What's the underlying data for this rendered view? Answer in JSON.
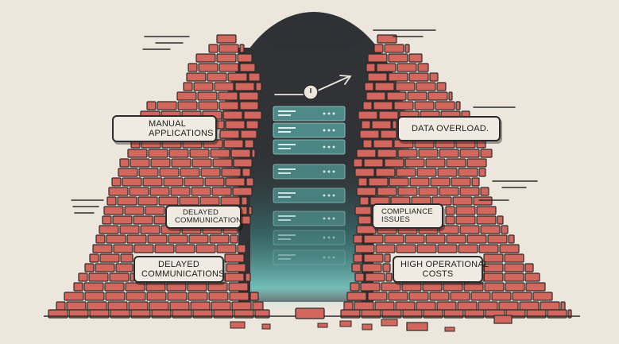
{
  "labels": {
    "manual_applications": {
      "line1": "MANUAL",
      "line2": "APPLICATIONS"
    },
    "delayed_communication": {
      "line1": "DELAYED",
      "line2": "COMMUNICATION"
    },
    "delayed_communications": {
      "line1": "DELAYED",
      "line2": "COMMUNICATIONS"
    },
    "data_overload": {
      "line1": "DATA OVERLOAD."
    },
    "compliance_issues": {
      "line1": "COMPLIANCE",
      "line2": "ISSUES"
    },
    "high_operational_costs": {
      "line1": "HIGH OPERATIONAL",
      "line2": "COSTS"
    }
  },
  "colors": {
    "background": "#ece6dc",
    "brick": "#d4675d",
    "brick_outline": "#2b2b2b",
    "void": "#2f3134",
    "server_glow": "#5fc6c0",
    "server_panel": "#4f8f8d"
  },
  "icons": [
    "arrow-icon",
    "circle-node-icon",
    "server-rack-icon",
    "brick-wall-icon"
  ]
}
